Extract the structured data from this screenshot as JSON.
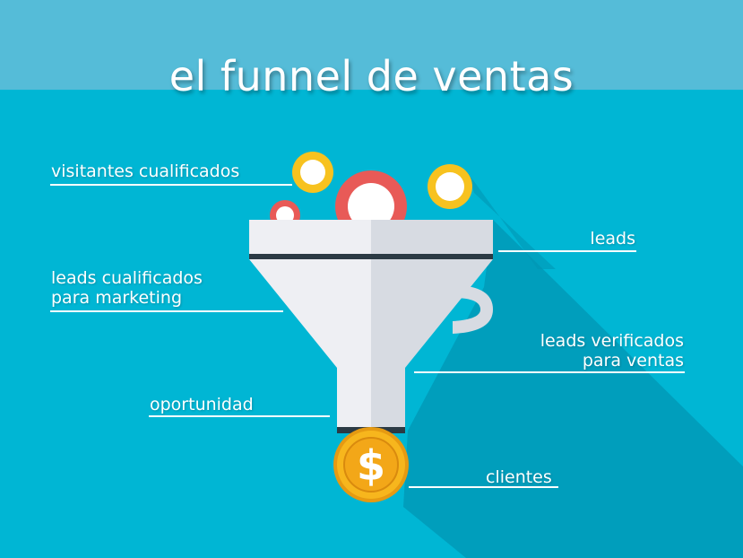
{
  "title": "el funnel de ventas",
  "labels": {
    "visitantes": "visitantes cualificados",
    "leads": "leads",
    "mql_line1": "leads cualificados",
    "mql_line2": "para marketing",
    "sql_line1": "leads verificados",
    "sql_line2": "para ventas",
    "oportunidad": "oportunidad",
    "clientes": "clientes"
  },
  "icons": {
    "funnel": "funnel-icon",
    "coin": "dollar-coin-icon",
    "balls": "ball-icon"
  },
  "colors": {
    "background": "#00b6d4",
    "top_band": "#55bcd8",
    "shadow": "#0096b4",
    "funnel_light": "#eeeff3",
    "funnel_dark": "#d7dbe2",
    "funnel_band": "#2b3a44",
    "coin": "#f7b61d",
    "ball_yellow": "#f7c21f",
    "ball_red": "#e85a57",
    "text": "#ffffff"
  },
  "coin_symbol": "$"
}
